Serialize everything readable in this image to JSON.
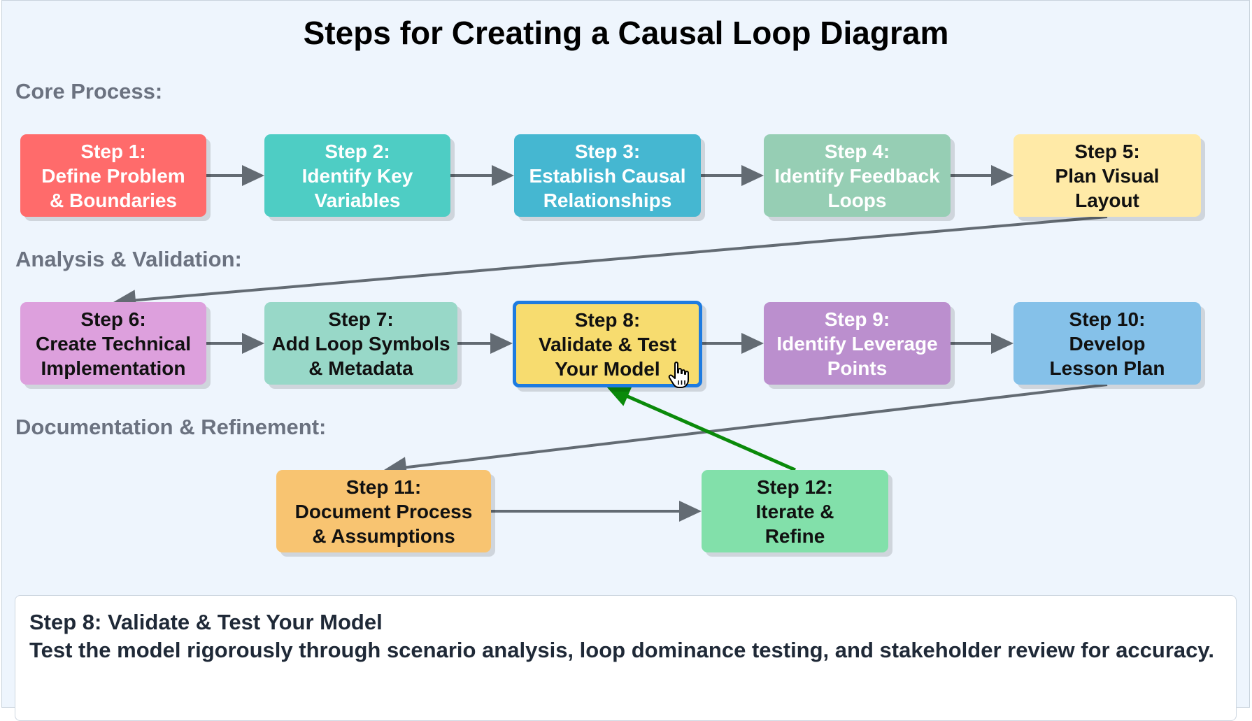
{
  "title": "Steps for Creating a Causal Loop Diagram",
  "sections": [
    {
      "label": "Core Process:"
    },
    {
      "label": "Analysis & Validation:"
    },
    {
      "label": "Documentation & Refinement:"
    }
  ],
  "steps": [
    {
      "line1": "Step 1:",
      "line2": "Define Problem",
      "line3": "& Boundaries",
      "color": "#ff6b6b",
      "text_color": "#ffffff"
    },
    {
      "line1": "Step 2:",
      "line2": "Identify Key",
      "line3": "Variables",
      "color": "#4ecdc4",
      "text_color": "#ffffff"
    },
    {
      "line1": "Step 3:",
      "line2": "Establish Causal",
      "line3": "Relationships",
      "color": "#45b7d1",
      "text_color": "#ffffff"
    },
    {
      "line1": "Step 4:",
      "line2": "Identify Feedback",
      "line3": "Loops",
      "color": "#96ceb4",
      "text_color": "#ffffff"
    },
    {
      "line1": "Step 5:",
      "line2": "Plan Visual",
      "line3": "Layout",
      "color": "#ffeaa7",
      "text_color": "#111111"
    },
    {
      "line1": "Step 6:",
      "line2": "Create Technical",
      "line3": "Implementation",
      "color": "#dda0dd",
      "text_color": "#111111"
    },
    {
      "line1": "Step 7:",
      "line2": "Add Loop Symbols",
      "line3": "& Metadata",
      "color": "#98d8c8",
      "text_color": "#111111"
    },
    {
      "line1": "Step 8:",
      "line2": "Validate & Test",
      "line3": "Your Model",
      "color": "#f7dc6f",
      "text_color": "#111111",
      "selected": true
    },
    {
      "line1": "Step 9:",
      "line2": "Identify Leverage",
      "line3": "Points",
      "color": "#bb8fce",
      "text_color": "#ffffff"
    },
    {
      "line1": "Step 10:",
      "line2": "Develop",
      "line3": "Lesson Plan",
      "color": "#85c1e9",
      "text_color": "#111111"
    },
    {
      "line1": "Step 11:",
      "line2": "Document Process",
      "line3": "& Assumptions",
      "color": "#f8c471",
      "text_color": "#111111"
    },
    {
      "line1": "Step 12:",
      "line2": "Iterate &",
      "line3": "Refine",
      "color": "#82e0aa",
      "text_color": "#111111"
    }
  ],
  "edge_colors": {
    "default": "#636b73",
    "feedback": "#0a8a0a"
  },
  "selection_color": "#1e7be0",
  "cursor_icon": "hand-pointer-icon",
  "info": {
    "heading": "Step 8: Validate & Test Your Model",
    "description": "Test the model rigorously through scenario analysis, loop dominance testing, and stakeholder review for accuracy."
  }
}
